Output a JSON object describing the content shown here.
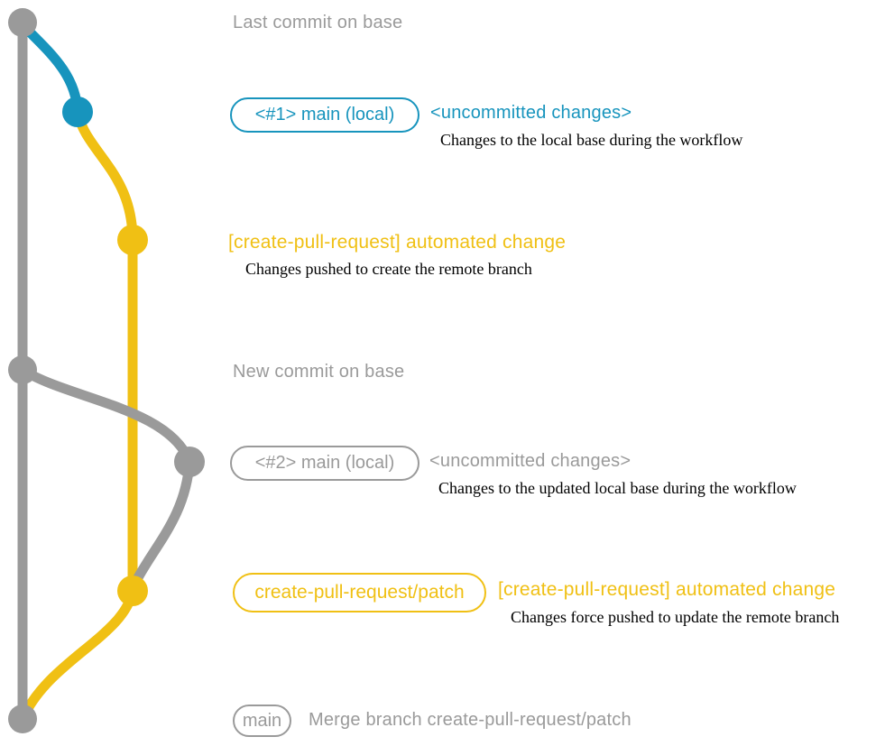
{
  "colors": {
    "background": "#ffffff",
    "base_gray": "#9a9a9a",
    "local_blue": "#1794bd",
    "branch_yellow": "#f0c014",
    "caption_ink": "#000000"
  },
  "rows": {
    "last_commit": {
      "title": "Last commit on base"
    },
    "uncommitted_1": {
      "branch_badge": "<#1> main (local)",
      "title": "<uncommitted changes>",
      "caption": "Changes to the local base during the workflow"
    },
    "automated_change_1": {
      "title": "[create-pull-request] automated change",
      "caption": "Changes pushed to create the remote branch"
    },
    "new_commit": {
      "title": "New commit on base"
    },
    "uncommitted_2": {
      "branch_badge": "<#2> main (local)",
      "title": "<uncommitted changes>",
      "caption": "Changes to the updated local base during the workflow"
    },
    "automated_change_2": {
      "branch_badge": "create-pull-request/patch",
      "title": "[create-pull-request] automated change",
      "caption": "Changes force pushed to update the remote branch"
    },
    "merge": {
      "branch_badge": "main",
      "title": "Merge branch create-pull-request/patch"
    }
  }
}
